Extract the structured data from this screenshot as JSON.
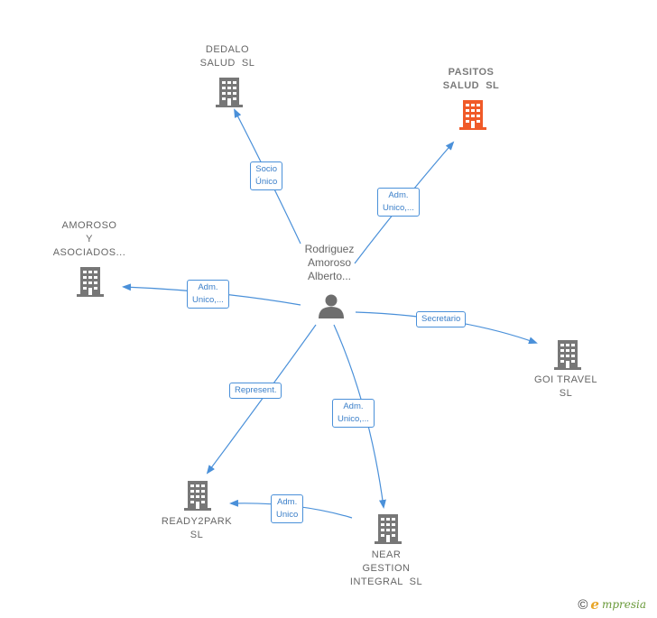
{
  "center": {
    "name": "Rodriguez\nAmoroso\nAlberto...",
    "icon": "person-icon"
  },
  "companies": [
    {
      "id": "dedalo",
      "name": "DEDALO\nSALUD  SL",
      "icon": "building-icon",
      "color": "#777777"
    },
    {
      "id": "pasitos",
      "name": "PASITOS\nSALUD  SL",
      "icon": "building-icon",
      "color": "#f05a28"
    },
    {
      "id": "amoroso",
      "name": "AMOROSO\nY\nASOCIADOS...",
      "icon": "building-icon",
      "color": "#777777"
    },
    {
      "id": "goi",
      "name": "GOI TRAVEL\nSL",
      "icon": "building-icon",
      "color": "#777777"
    },
    {
      "id": "ready2park",
      "name": "READY2PARK\nSL",
      "icon": "building-icon",
      "color": "#777777"
    },
    {
      "id": "near",
      "name": "NEAR\nGESTION\nINTEGRAL  SL",
      "icon": "building-icon",
      "color": "#777777"
    }
  ],
  "relations": [
    {
      "label": "Socio\nÚnico"
    },
    {
      "label": "Adm.\nUnico,..."
    },
    {
      "label": "Adm.\nUnico,..."
    },
    {
      "label": "Secretario"
    },
    {
      "label": "Represent."
    },
    {
      "label": "Adm.\nUnico,..."
    },
    {
      "label": "Adm.\nUnico"
    }
  ],
  "edge_color": "#4a90d9",
  "footer": {
    "copyright": "©",
    "brand_initial": "e",
    "brand_rest": "mpresia"
  }
}
